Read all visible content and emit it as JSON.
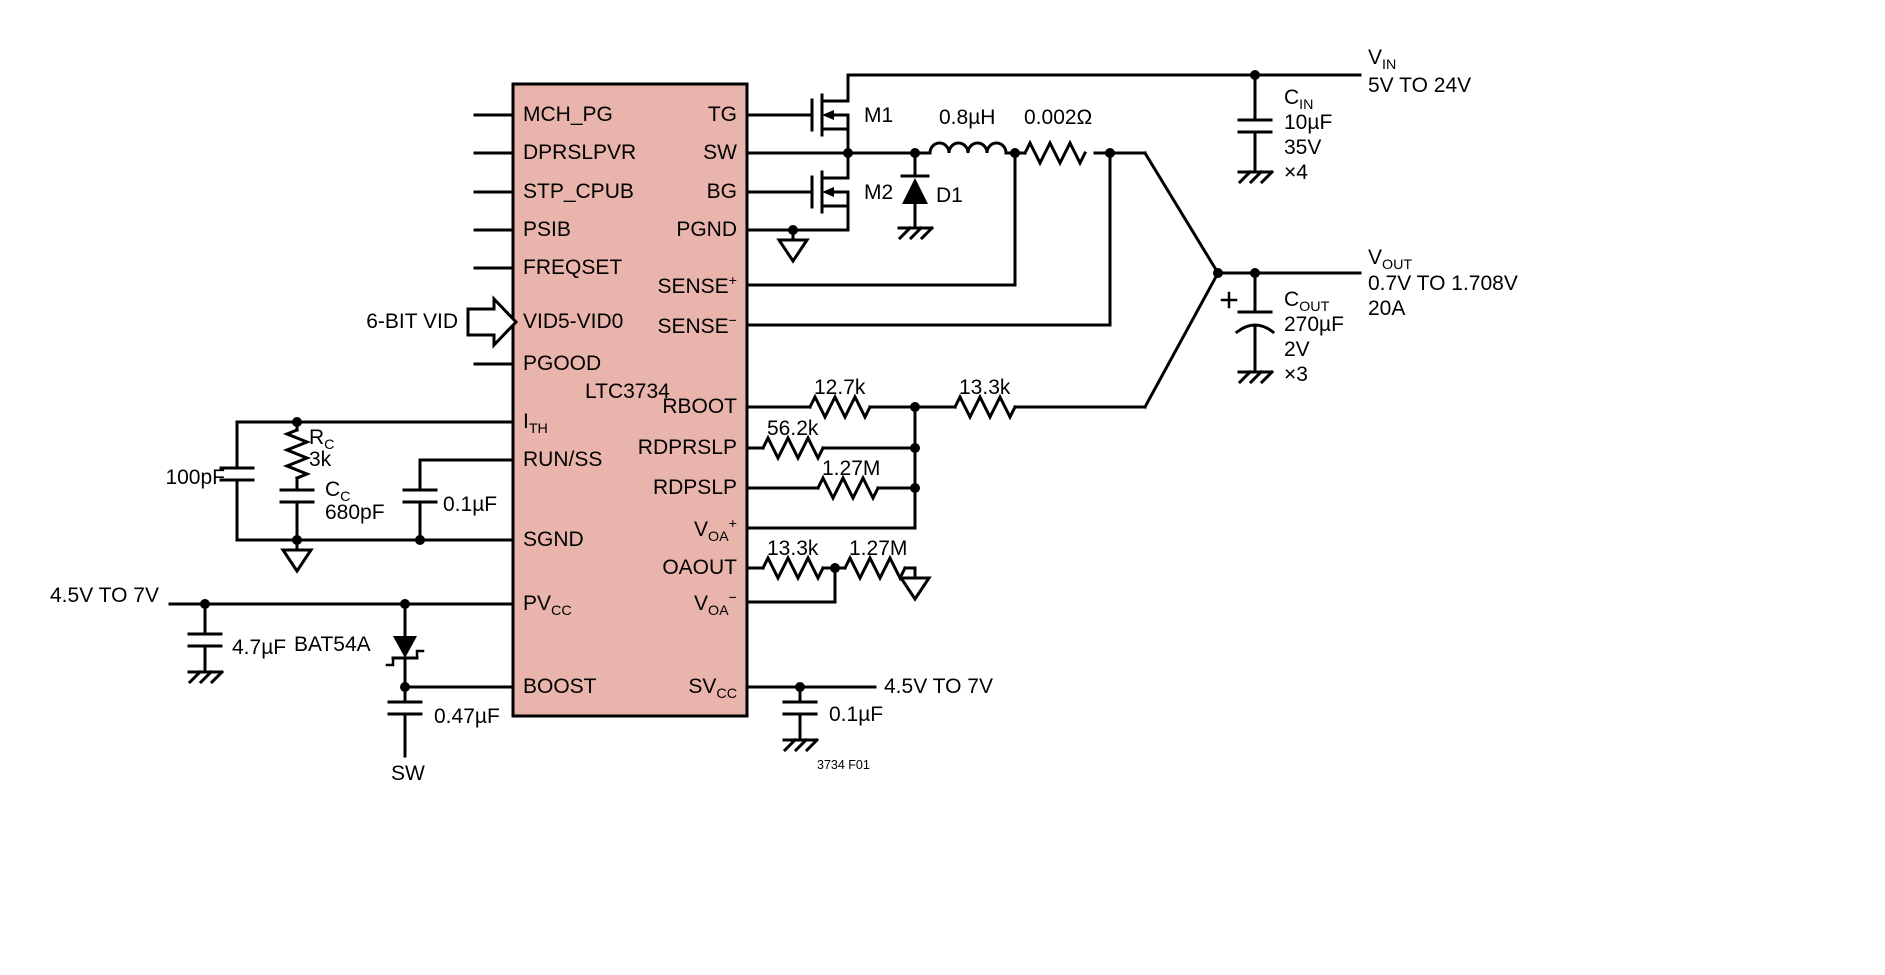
{
  "figure": {
    "id": "3734 F01"
  },
  "ic": {
    "part": "LTC3734",
    "left_pins": [
      {
        "base": "MCH_PG"
      },
      {
        "base": "DPRSLPVR"
      },
      {
        "base": "STP_CPUB"
      },
      {
        "base": "PSIB"
      },
      {
        "base": "FREQSET"
      },
      {
        "base": "VID5-VID0"
      },
      {
        "base": "PGOOD"
      },
      {
        "base": "I",
        "sub": "TH"
      },
      {
        "base": "RUN/SS"
      },
      {
        "base": "SGND"
      },
      {
        "base": "PV",
        "sub": "CC"
      },
      {
        "base": "BOOST"
      }
    ],
    "right_pins": [
      {
        "base": "TG"
      },
      {
        "base": "SW"
      },
      {
        "base": "BG"
      },
      {
        "base": "PGND"
      },
      {
        "base": "SENSE",
        "sup": "+"
      },
      {
        "base": "SENSE",
        "sup": "−"
      },
      {
        "base": "RBOOT"
      },
      {
        "base": "RDPRSLP"
      },
      {
        "base": "RDPSLP"
      },
      {
        "base": "V",
        "sub": "OA",
        "sup": "+"
      },
      {
        "base": "OAOUT"
      },
      {
        "base": "V",
        "sub": "OA",
        "sup": "−"
      },
      {
        "base": "SV",
        "sub": "CC"
      }
    ]
  },
  "nets": {
    "vin": {
      "base": "V",
      "sub": "IN",
      "range": "5V TO 24V"
    },
    "vout": {
      "base": "V",
      "sub": "OUT",
      "range": "0.7V TO 1.708V",
      "current": "20A"
    },
    "pvcc_rail": "4.5V TO 7V",
    "svcc_rail": "4.5V TO 7V",
    "vid_bus": "6-BIT VID",
    "sw_node": "SW"
  },
  "components": {
    "cin": {
      "base": "C",
      "sub": "IN",
      "value": "10µF",
      "voltage": "35V",
      "qty": "×4"
    },
    "cout": {
      "base": "C",
      "sub": "OUT",
      "value": "270µF",
      "voltage": "2V",
      "qty": "×3",
      "polarity": "+"
    },
    "m1": "M1",
    "m2": "M2",
    "d1": "D1",
    "l1": "0.8µH",
    "rsense": "0.002Ω",
    "r_boot1": "12.7k",
    "r_boot2": "13.3k",
    "r_dprslp": "56.2k",
    "r_dpslp": "1.27M",
    "r_oa1": "13.3k",
    "r_oa2": "1.27M",
    "c_ith": "100pF",
    "rc": {
      "base": "R",
      "sub": "C",
      "value": "3k"
    },
    "cc": {
      "base": "C",
      "sub": "C",
      "value": "680pF"
    },
    "c_ss": "0.1µF",
    "c_pvcc": "4.7µF",
    "d_boost": "BAT54A",
    "c_boost": "0.47µF",
    "c_svcc": "0.1µF"
  },
  "colors": {
    "ic_fill": "#e9b4ab",
    "line": "#000000"
  }
}
